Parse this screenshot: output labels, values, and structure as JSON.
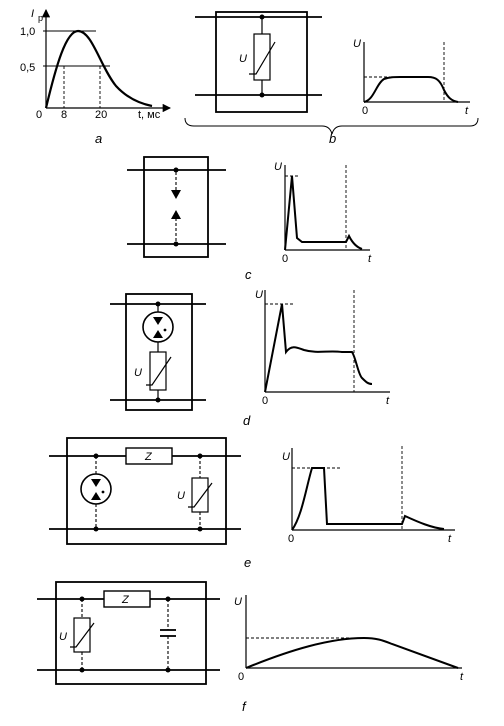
{
  "panels": {
    "a": {
      "caption": "a",
      "y_label": "I",
      "y_label_sub": "p",
      "y_ticks": [
        "1,0",
        "0,5"
      ],
      "x_ticks": [
        "0",
        "8",
        "20"
      ],
      "x_label": "t, мс"
    },
    "b": {
      "caption": "b",
      "element_label": "U",
      "axis_y": "U",
      "axis_x": "t",
      "origin": "0"
    },
    "c": {
      "caption": "c",
      "axis_y": "U",
      "axis_x": "t",
      "origin": "0"
    },
    "d": {
      "caption": "d",
      "element_label": "U",
      "axis_y": "U",
      "axis_x": "t",
      "origin": "0"
    },
    "e": {
      "caption": "e",
      "impedance_label": "Z",
      "element_label": "U",
      "axis_y": "U",
      "axis_x": "t",
      "origin": "0"
    },
    "f": {
      "caption": "f",
      "impedance_label": "Z",
      "element_label": "U",
      "axis_y": "U",
      "axis_x": "t",
      "origin": "0"
    }
  }
}
